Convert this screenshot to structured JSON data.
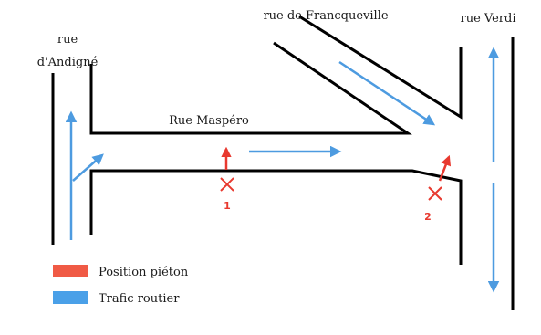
{
  "streets": {
    "andigne_line1": "rue",
    "andigne_line2": "d'Andigné",
    "francqueville": "rue de Francqueville",
    "verdi": "rue Verdi",
    "maspero": "Rue Maspéro"
  },
  "markers": [
    {
      "number": "1"
    },
    {
      "number": "2"
    }
  ],
  "legend": {
    "pedestrian_label": "Position piéton",
    "traffic_label": "Trafic routier"
  },
  "colors": {
    "street": "#000000",
    "pedestrian": "#e8392f",
    "pedestrian_legend": "#f05a45",
    "traffic": "#4d9be0",
    "traffic_legend": "#4aa0e8"
  }
}
